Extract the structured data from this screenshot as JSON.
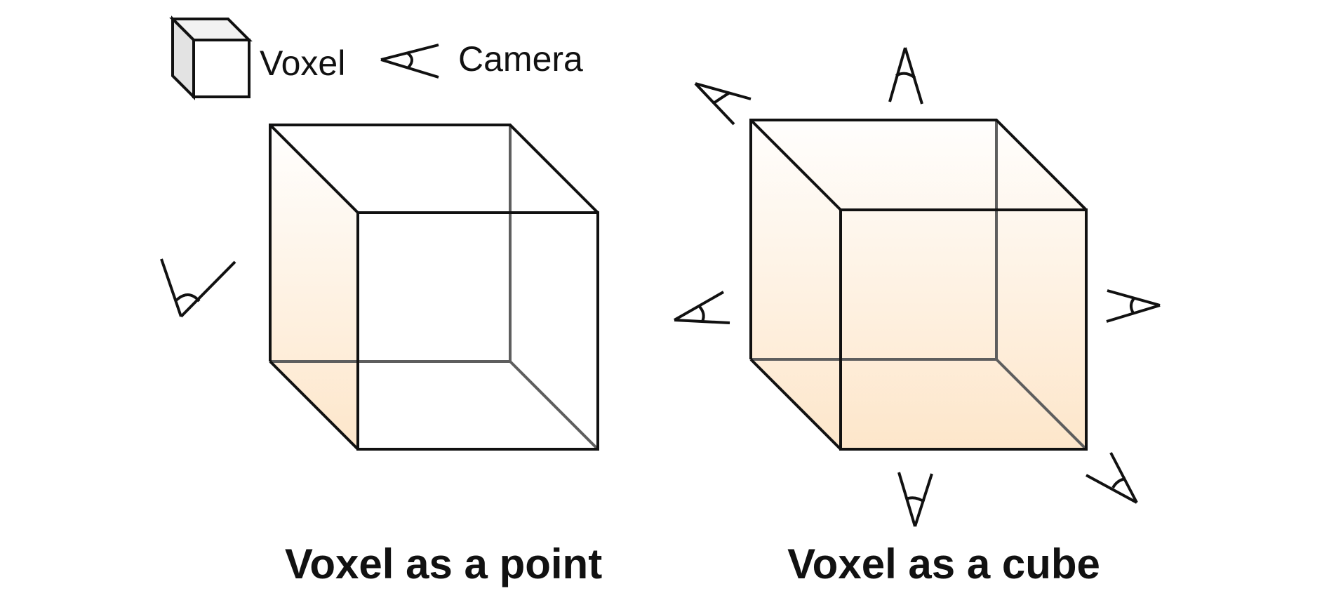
{
  "legend": {
    "voxel_label": "Voxel",
    "camera_label": "Camera",
    "voxel_icon": "cube-icon",
    "camera_icon": "camera-frustum-icon"
  },
  "panels": [
    {
      "caption": "Voxel as a point",
      "camera_count": 1,
      "fill": "left-face-gradient"
    },
    {
      "caption": "Voxel as a cube",
      "camera_count": 6,
      "fill": "whole-cube-gradient"
    }
  ],
  "colors": {
    "edge": "#111111",
    "hidden_edge": "#5e5e5e",
    "fill_light": "#fffcf8",
    "fill_warm": "#fde6ca",
    "legend_cube_side": "#e6e6e6"
  }
}
